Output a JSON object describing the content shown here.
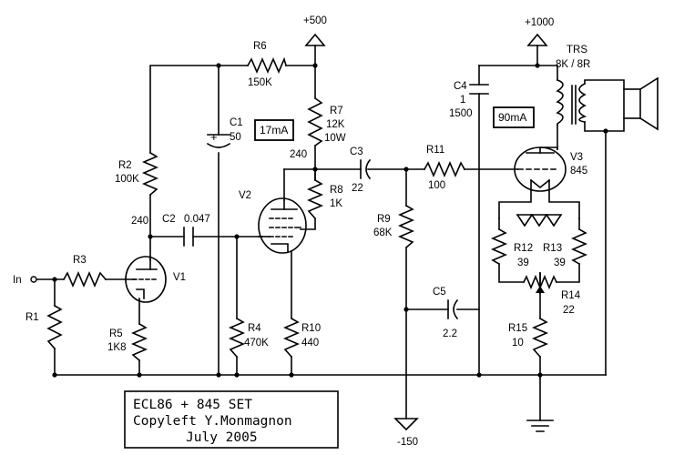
{
  "title_block": {
    "line1": "ECL86 + 845 SET",
    "line2": "Copyleft Y.Monmagnon",
    "line3": "July 2005"
  },
  "rails": {
    "b500": "+500",
    "b1000": "+1000",
    "neg150": "-150"
  },
  "input_label": "In",
  "current_labels": {
    "v2": "17mA",
    "v3": "90mA"
  },
  "node_voltages": {
    "v1_plate": "240",
    "v2_plate": "240"
  },
  "components": {
    "R1": {
      "ref": "R1"
    },
    "R2": {
      "ref": "R2",
      "value": "100K"
    },
    "R3": {
      "ref": "R3"
    },
    "R4": {
      "ref": "R4",
      "value": "470K"
    },
    "R5": {
      "ref": "R5",
      "value": "1K8"
    },
    "R6": {
      "ref": "R6",
      "value": "150K"
    },
    "R7": {
      "ref": "R7",
      "value": "12K",
      "rating": "10W"
    },
    "R8": {
      "ref": "R8",
      "value": "1K"
    },
    "R9": {
      "ref": "R9",
      "value": "68K"
    },
    "R10": {
      "ref": "R10",
      "value": "440"
    },
    "R11": {
      "ref": "R11",
      "value": "100"
    },
    "R12": {
      "ref": "R12",
      "value": "39"
    },
    "R13": {
      "ref": "R13",
      "value": "39"
    },
    "R14": {
      "ref": "R14",
      "value": "22"
    },
    "R15": {
      "ref": "R15",
      "value": "10"
    },
    "C1": {
      "ref": "C1",
      "value": "50"
    },
    "C2": {
      "ref": "C2",
      "value": "0.047"
    },
    "C3": {
      "ref": "C3",
      "value": "22"
    },
    "C4": {
      "ref": "C4",
      "value": "1",
      "rating": "1500"
    },
    "C5": {
      "ref": "C5",
      "value": "2.2"
    },
    "V1": {
      "ref": "V1"
    },
    "V2": {
      "ref": "V2"
    },
    "V3": {
      "ref": "V3",
      "value": "845"
    },
    "TRS": {
      "ref": "TRS",
      "value": "8K / 8R"
    }
  }
}
